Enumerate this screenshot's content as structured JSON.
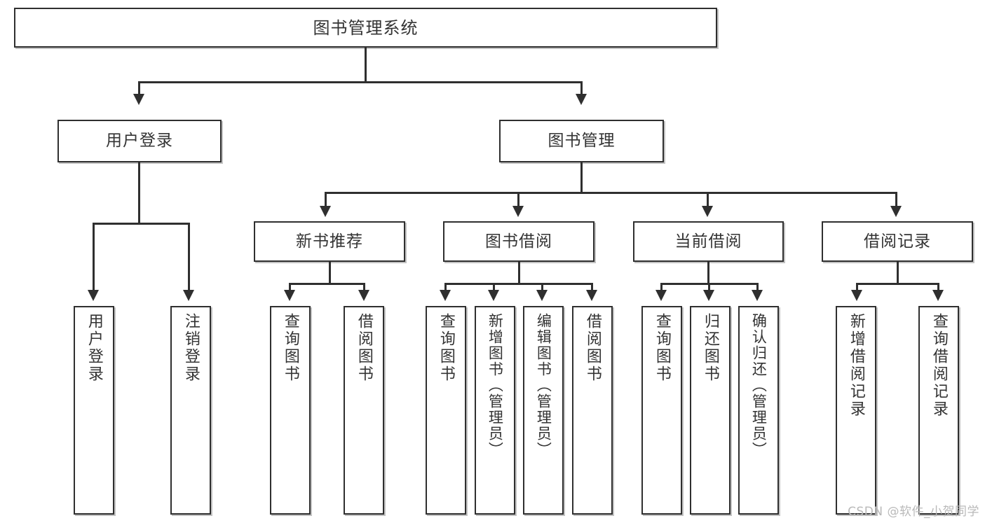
{
  "diagram": {
    "type": "tree-hierarchy-flowchart",
    "root": {
      "label": "图书管理系统"
    },
    "level2": [
      {
        "label": "用户登录"
      },
      {
        "label": "图书管理"
      }
    ],
    "level3": [
      {
        "label": "新书推荐"
      },
      {
        "label": "图书借阅"
      },
      {
        "label": "当前借阅"
      },
      {
        "label": "借阅记录"
      }
    ],
    "leaves": {
      "user_login": [
        {
          "label": "用户登录"
        },
        {
          "label": "注销登录"
        }
      ],
      "new_book_recommend": [
        {
          "label": "查询图书"
        },
        {
          "label": "借阅图书"
        }
      ],
      "book_borrow": [
        {
          "label": "查询图书"
        },
        {
          "label": "新增图书（管理员）"
        },
        {
          "label": "编辑图书（管理员）"
        },
        {
          "label": "借阅图书"
        }
      ],
      "current_borrow": [
        {
          "label": "查询图书"
        },
        {
          "label": "归还图书"
        },
        {
          "label": "确认归还（管理员）"
        }
      ],
      "borrow_record": [
        {
          "label": "新增借阅记录"
        },
        {
          "label": "查询借阅记录"
        }
      ]
    }
  },
  "watermark": {
    "text": "CSDN @软件_小贺同学"
  },
  "colors": {
    "stroke": "#2f2f2f",
    "text": "#333333",
    "background": "#ffffff",
    "watermark": "#b9b9b9"
  }
}
